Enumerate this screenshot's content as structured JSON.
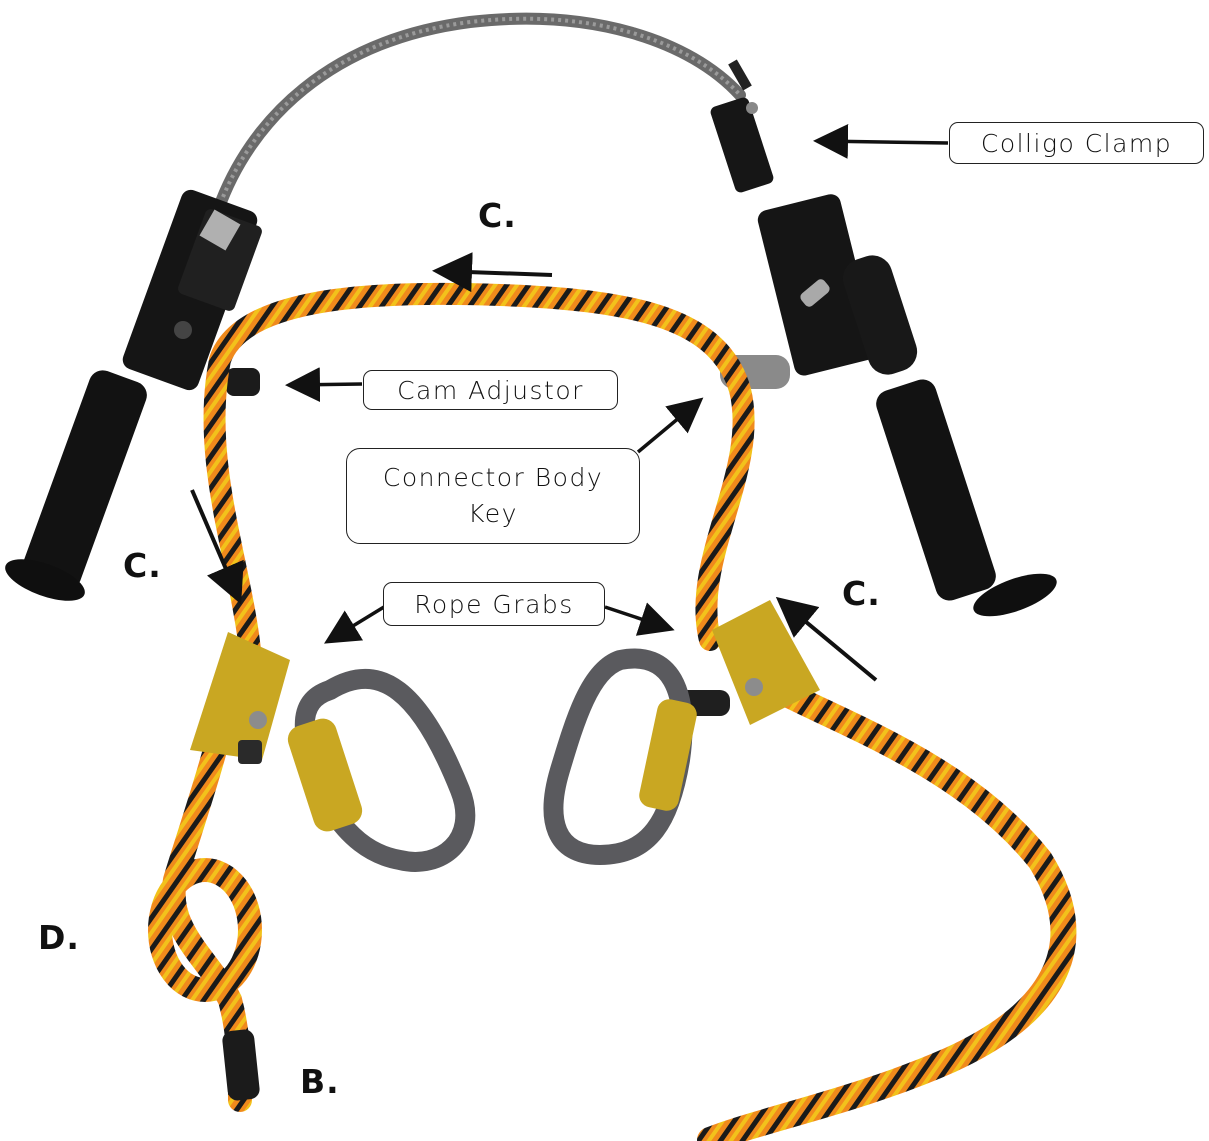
{
  "callouts": {
    "colligo_clamp": "Colligo Clamp",
    "cam_adjustor": "Cam Adjustor",
    "connector_body_key_line1": "Connector Body",
    "connector_body_key_line2": "Key",
    "rope_grabs": "Rope Grabs"
  },
  "markers": {
    "c_top": "C.",
    "c_left": "C.",
    "c_right": "C.",
    "d": "D.",
    "b": "B."
  },
  "colors": {
    "rope_orange": "#f08a1c",
    "rope_yellow": "#f2c21b",
    "rope_black": "#1a1a1a",
    "hardware_black": "#161616",
    "rope_grab_gold": "#c9a722",
    "carabiner_grey": "#5a5a5e",
    "arrow": "#111111"
  }
}
